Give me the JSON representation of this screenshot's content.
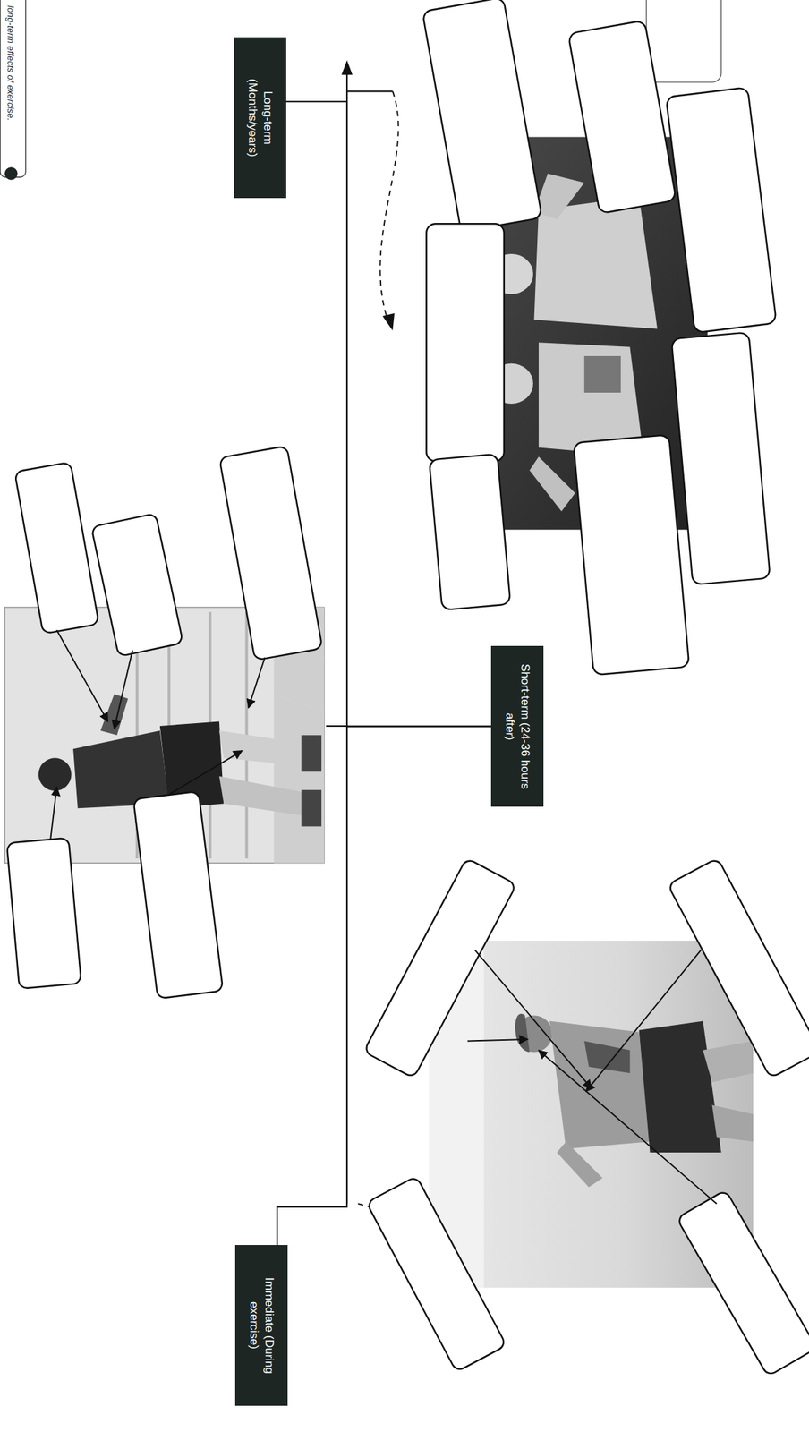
{
  "diagram": {
    "nodes": [
      {
        "text": [
          "Immediate (During exercise)"
        ]
      },
      {
        "text": [
          "Short-term (24-36 hours after)"
        ]
      },
      {
        "text": [
          "Long-term (Months/years)"
        ]
      }
    ],
    "edges": [
      {
        "from": 0,
        "to": 1,
        "arrow": "none"
      },
      {
        "from": 1,
        "to": 2,
        "arrow": "none"
      }
    ],
    "labels": [
      "long-term effects of exercise."
    ]
  }
}
